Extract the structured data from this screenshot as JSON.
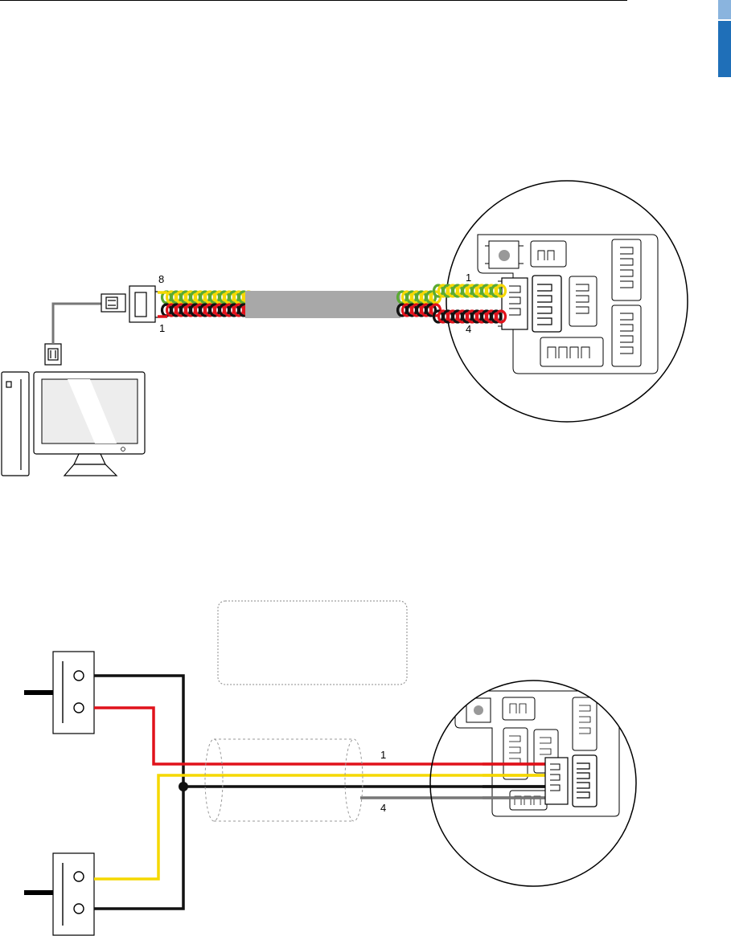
{
  "colors": {
    "accent_light": "#8ab4de",
    "accent_dark": "#1f6fb8",
    "wire_red": "#e0121b",
    "wire_yellow": "#f5d800",
    "wire_black": "#111111",
    "wire_green": "#5aaa32",
    "wire_gray": "#777777",
    "cable_sheath": "#a8a8a8"
  },
  "diagram1": {
    "connector_pin_top": "8",
    "connector_pin_bottom": "1",
    "board_pin_top": "1",
    "board_pin_bottom": "4",
    "icons": [
      "rj45-plug-icon",
      "computer-tower-icon",
      "monitor-icon",
      "circuit-board-icon"
    ]
  },
  "diagram2": {
    "wire_label_top": "1",
    "wire_label_bottom": "4",
    "devices": [
      "device-top",
      "device-bottom"
    ],
    "icons": [
      "circuit-board-icon",
      "cable-shield-icon"
    ]
  }
}
